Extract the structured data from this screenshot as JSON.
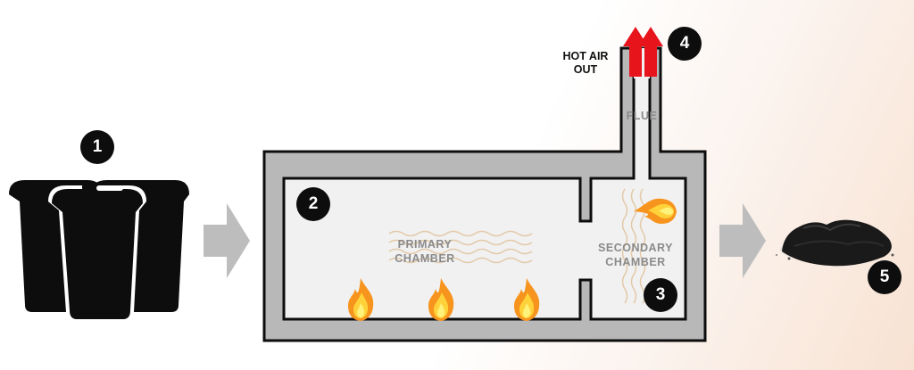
{
  "labels": {
    "hot_air_out_line1": "HOT AIR",
    "hot_air_out_line2": "OUT",
    "flue": "FLUE",
    "primary_chamber_line1": "PRIMARY",
    "primary_chamber_line2": "CHAMBER",
    "secondary_chamber_line1": "SECONDARY",
    "secondary_chamber_line2": "CHAMBER"
  },
  "steps": [
    "1",
    "2",
    "3",
    "4",
    "5"
  ],
  "colors": {
    "wall": "#b8b8b8",
    "wall_outline": "#0d0d0d",
    "chamber_fill": "#f1f1f1",
    "process_arrow": "#bdbdbd",
    "hot_air_arrow": "#e8141c",
    "bin": "#0d0d0d",
    "ash": "#1a1a1a",
    "flame_outer": "#f7941d",
    "flame_inner": "#ffe45c"
  }
}
